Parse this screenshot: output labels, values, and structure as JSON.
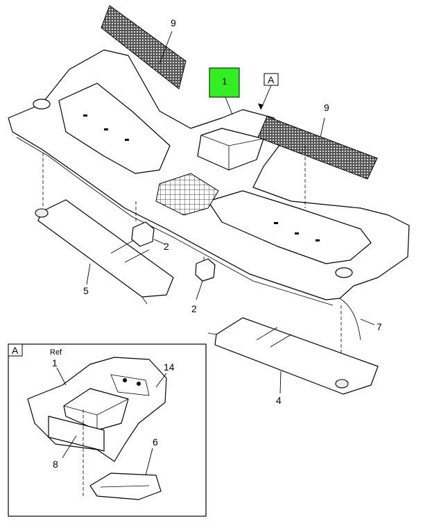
{
  "callouts": {
    "p1_main": "1",
    "p2_upper": "2",
    "p2_lower": "2",
    "p4": "4",
    "p5": "5",
    "p7": "7",
    "p9_left": "9",
    "p9_right": "9",
    "view_marker_main": "A",
    "detail_p1": "1",
    "detail_p6": "6",
    "detail_p8": "8",
    "detail_p14": "14"
  },
  "detail": {
    "view_label": "A",
    "ref_label": "Ref"
  },
  "highlight_color": "#33ee22"
}
